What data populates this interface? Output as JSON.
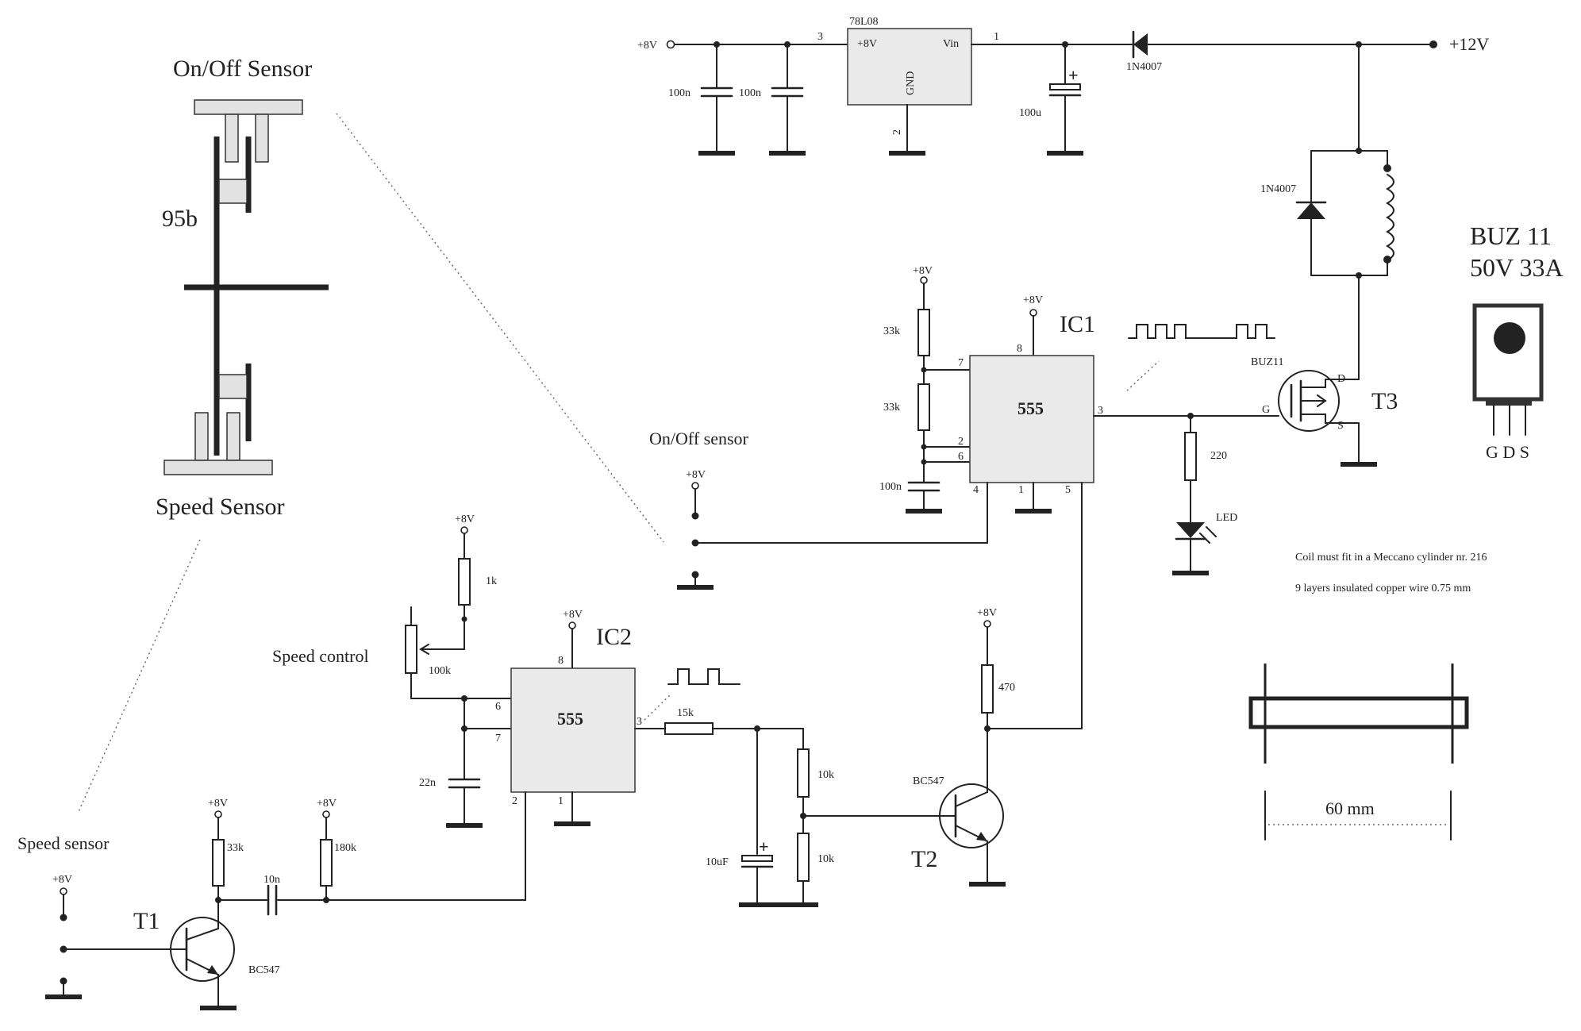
{
  "sensors": {
    "onoff_title": "On/Off Sensor",
    "speed_title": "Speed Sensor",
    "part_95b": "95b"
  },
  "power": {
    "in_8v": "+8V",
    "reg_name": "78L08",
    "reg_pin_out": "+8V",
    "reg_pin_in": "Vin",
    "reg_gnd": "GND",
    "pin3": "3",
    "pin1": "1",
    "pin2": "2",
    "c1": "100n",
    "c2": "100n",
    "c3": "100u",
    "diode": "1N4007",
    "plus12": "+12V"
  },
  "coil": {
    "diode": "1N4007",
    "fet_label": "BUZ11",
    "t3": "T3",
    "pin_d": "D",
    "pin_g": "G",
    "pin_s": "S"
  },
  "buz": {
    "title1": "BUZ 11",
    "title2": "50V 33A",
    "pins": "G D S"
  },
  "ic1": {
    "name": "IC1",
    "chip": "555",
    "vcc": "+8V",
    "p8": "8",
    "p7": "7",
    "p2": "2",
    "p6": "6",
    "p4": "4",
    "p1": "1",
    "p5": "5",
    "p3": "3",
    "r1_vcc": "+8V",
    "r1": "33k",
    "r2": "33k",
    "c": "100n",
    "r_led": "220",
    "led": "LED"
  },
  "onoff_input": {
    "label": "On/Off sensor",
    "vcc": "+8V"
  },
  "notes": {
    "line1": "Coil must fit in a Meccano cylinder nr. 216",
    "line2": "9 layers insulated copper wire 0.75 mm",
    "dim": "60 mm"
  },
  "ic2": {
    "name": "IC2",
    "chip": "555",
    "vcc": "+8V",
    "p8": "8",
    "p6": "6",
    "p7": "7",
    "p2": "2",
    "p1": "1",
    "p3": "3",
    "r_vcc": "+8V",
    "r": "1k",
    "pot": "100k",
    "speed_control": "Speed control",
    "c": "22n",
    "r_out": "15k",
    "c_out": "10uF",
    "r_div1": "10k",
    "r_div2": "10k"
  },
  "t2": {
    "name": "T2",
    "part": "BC547",
    "vcc": "+8V",
    "r": "470"
  },
  "t1": {
    "name": "T1",
    "part": "BC547",
    "vcc_a": "+8V",
    "vcc_b": "+8V",
    "r": "33k",
    "r2": "180k",
    "c": "10n",
    "sensor_label": "Speed sensor",
    "sensor_vcc": "+8V"
  }
}
